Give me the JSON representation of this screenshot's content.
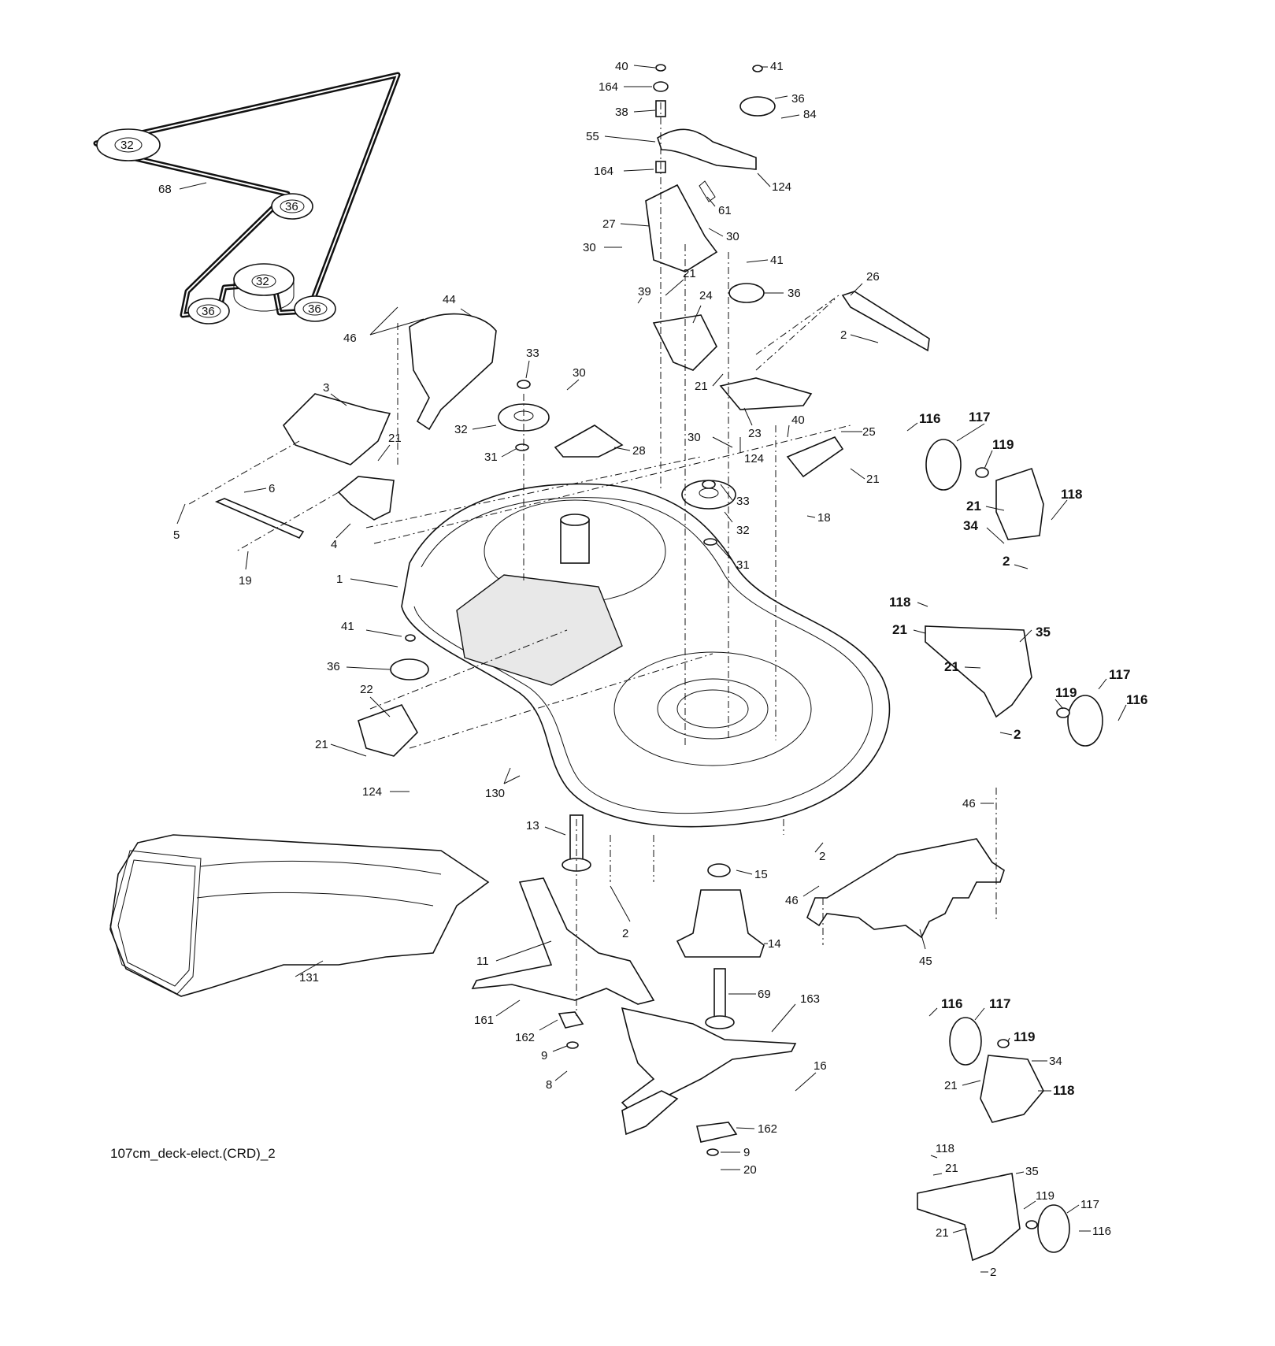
{
  "caption": "107cm_deck-elect.(CRD)_2",
  "belt_pulley_labels": [
    "32",
    "36",
    "32",
    "36",
    "36"
  ],
  "labels": [
    "40",
    "164",
    "38",
    "55",
    "164",
    "27",
    "30",
    "30",
    "61",
    "41",
    "36",
    "84",
    "124",
    "41",
    "36",
    "21",
    "39",
    "24",
    "26",
    "2",
    "21",
    "23",
    "124",
    "30",
    "40",
    "25",
    "21",
    "18",
    "33",
    "32",
    "31",
    "32",
    "33",
    "31",
    "30",
    "28",
    "44",
    "46",
    "3",
    "21",
    "6",
    "5",
    "4",
    "19",
    "1",
    "41",
    "36",
    "22",
    "21",
    "124",
    "130",
    "68",
    "116",
    "117",
    "119",
    "21",
    "118",
    "34",
    "2",
    "118",
    "21",
    "35",
    "21",
    "119",
    "117",
    "116",
    "2",
    "46",
    "2",
    "46",
    "45",
    "13",
    "15",
    "2",
    "14",
    "11",
    "69",
    "163",
    "131",
    "161",
    "162",
    "9",
    "8",
    "16",
    "162",
    "9",
    "20",
    "116",
    "117",
    "119",
    "34",
    "21",
    "118",
    "118",
    "21",
    "35",
    "119",
    "117",
    "21",
    "116",
    "2"
  ]
}
